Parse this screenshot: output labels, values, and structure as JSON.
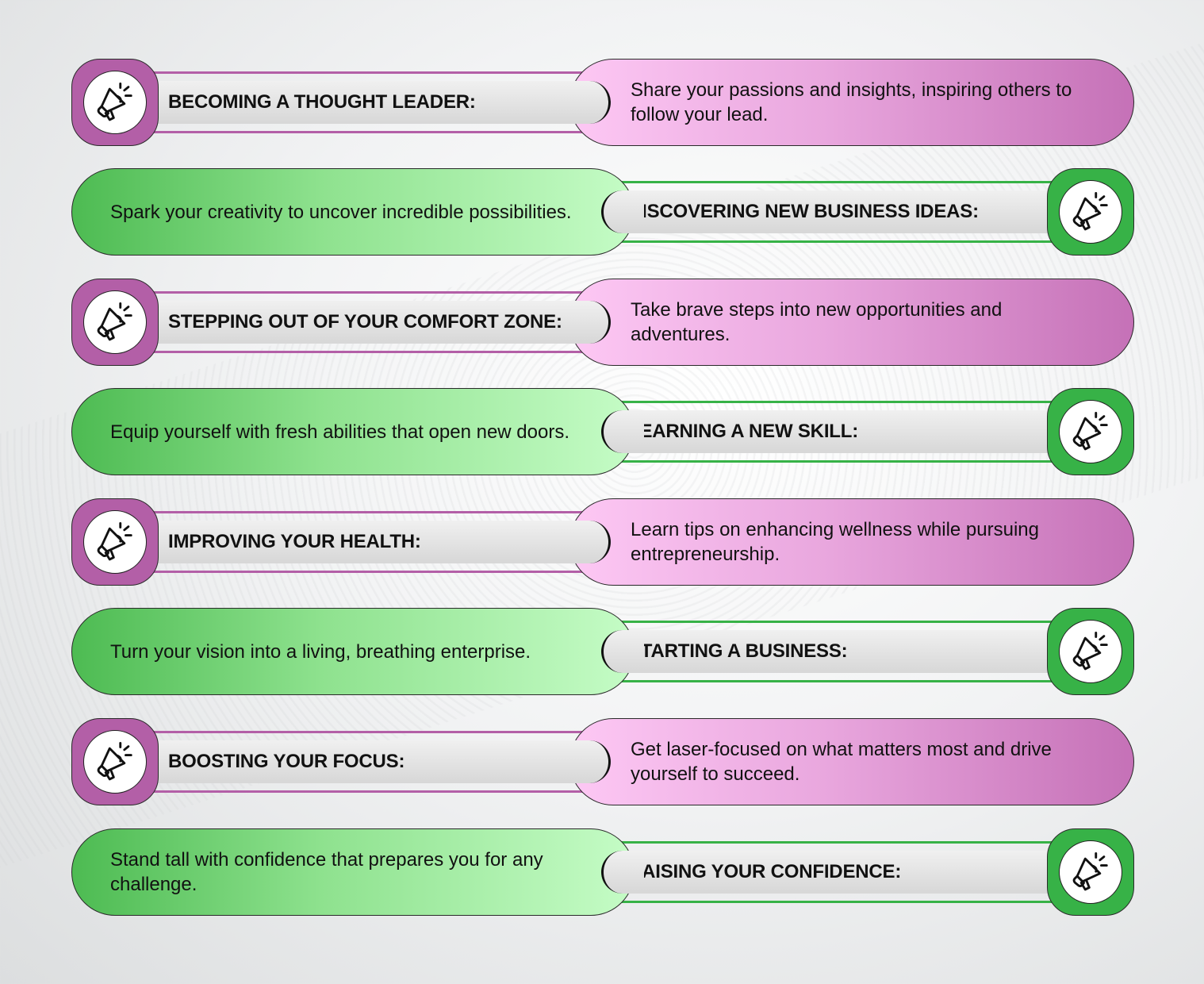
{
  "colors": {
    "purple": "#b35fa7",
    "green": "#37b247",
    "pink_gradient_start": "#fdc8f4",
    "green_gradient_start": "#4dbb52"
  },
  "icon": "megaphone-icon",
  "items": [
    {
      "side": "left-icon",
      "title": "BECOMING A THOUGHT LEADER:",
      "description": "Share your passions and insights, inspiring others to follow your lead."
    },
    {
      "side": "right-icon",
      "title": "DISCOVERING NEW BUSINESS IDEAS:",
      "description": "Spark your creativity to uncover incredible possibilities."
    },
    {
      "side": "left-icon",
      "title": "STEPPING OUT OF YOUR COMFORT ZONE:",
      "description": "Take brave steps into new opportunities and adventures."
    },
    {
      "side": "right-icon",
      "title": "LEARNING A NEW SKILL:",
      "description": "Equip yourself with fresh abilities that open new doors."
    },
    {
      "side": "left-icon",
      "title": "IMPROVING YOUR HEALTH:",
      "description": "Learn tips on enhancing wellness while pursuing entrepreneurship."
    },
    {
      "side": "right-icon",
      "title": "STARTING A BUSINESS:",
      "description": "Turn your vision into a living, breathing enterprise."
    },
    {
      "side": "left-icon",
      "title": "BOOSTING YOUR FOCUS:",
      "description": "Get laser-focused on what matters most and drive yourself to succeed."
    },
    {
      "side": "right-icon",
      "title": "RAISING YOUR CONFIDENCE:",
      "description": "Stand tall with confidence that prepares you for any challenge."
    }
  ]
}
